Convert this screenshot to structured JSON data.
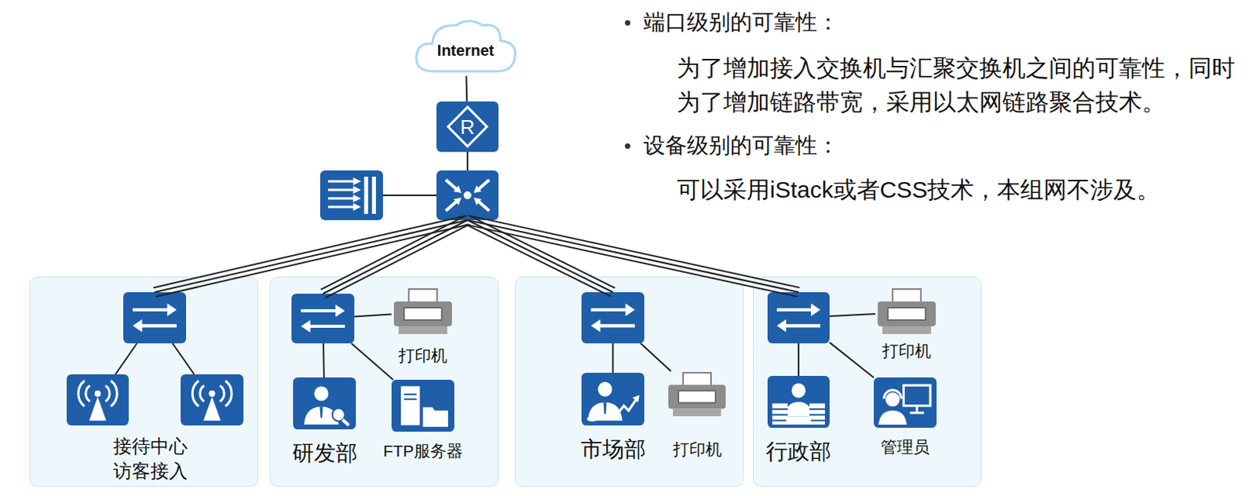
{
  "diagram": {
    "nodes": [
      {
        "text": [
          "Internet"
        ]
      },
      {
        "text": [
          "R"
        ]
      },
      {
        "text": []
      },
      {
        "text": []
      },
      {
        "text": [
          "接待中心 访客接入"
        ]
      },
      {
        "text": [],
        "in": 4
      },
      {
        "text": [],
        "in": 4
      },
      {
        "text": [],
        "in": 4
      },
      {
        "text": []
      },
      {
        "text": [],
        "in": 8
      },
      {
        "text": [
          "打印机"
        ],
        "in": 8
      },
      {
        "text": [
          "研发部"
        ],
        "in": 8
      },
      {
        "text": [
          "FTP服务器"
        ],
        "in": 8
      },
      {
        "text": []
      },
      {
        "text": [],
        "in": 13
      },
      {
        "text": [
          "市场部"
        ],
        "in": 13
      },
      {
        "text": [
          "打印机"
        ],
        "in": 13
      },
      {
        "text": []
      },
      {
        "text": [],
        "in": 17
      },
      {
        "text": [
          "打印机"
        ],
        "in": 17
      },
      {
        "text": [
          "行政部"
        ],
        "in": 17
      },
      {
        "text": [
          "管理员"
        ],
        "in": 17
      }
    ],
    "edges": [
      {
        "from": 0,
        "to": 1,
        "arrow": "none"
      },
      {
        "from": 1,
        "to": 3,
        "arrow": "none"
      },
      {
        "from": 2,
        "to": 3,
        "arrow": "none"
      },
      {
        "from": 3,
        "to": 5,
        "arrow": "none"
      },
      {
        "from": 3,
        "to": 9,
        "arrow": "none"
      },
      {
        "from": 3,
        "to": 14,
        "arrow": "none"
      },
      {
        "from": 3,
        "to": 18,
        "arrow": "none"
      },
      {
        "from": 5,
        "to": 6,
        "arrow": "none"
      },
      {
        "from": 5,
        "to": 7,
        "arrow": "none"
      },
      {
        "from": 9,
        "to": 10,
        "arrow": "none"
      },
      {
        "from": 9,
        "to": 11,
        "arrow": "none"
      },
      {
        "from": 9,
        "to": 12,
        "arrow": "none"
      },
      {
        "from": 14,
        "to": 15,
        "arrow": "none"
      },
      {
        "from": 14,
        "to": 16,
        "arrow": "none"
      },
      {
        "from": 18,
        "to": 19,
        "arrow": "none"
      },
      {
        "from": 18,
        "to": 20,
        "arrow": "none"
      },
      {
        "from": 18,
        "to": 21,
        "arrow": "none"
      }
    ],
    "labels": [
      "端口级别的可靠性：",
      "为了增加接入交换机与汇聚交换机之间的可靠性，同时 为了增加链路带宽，采用以太网链路聚合技术。",
      "设备级别的可靠性：",
      "可以采用iStack或者CSS技术，本组网不涉及。"
    ]
  }
}
